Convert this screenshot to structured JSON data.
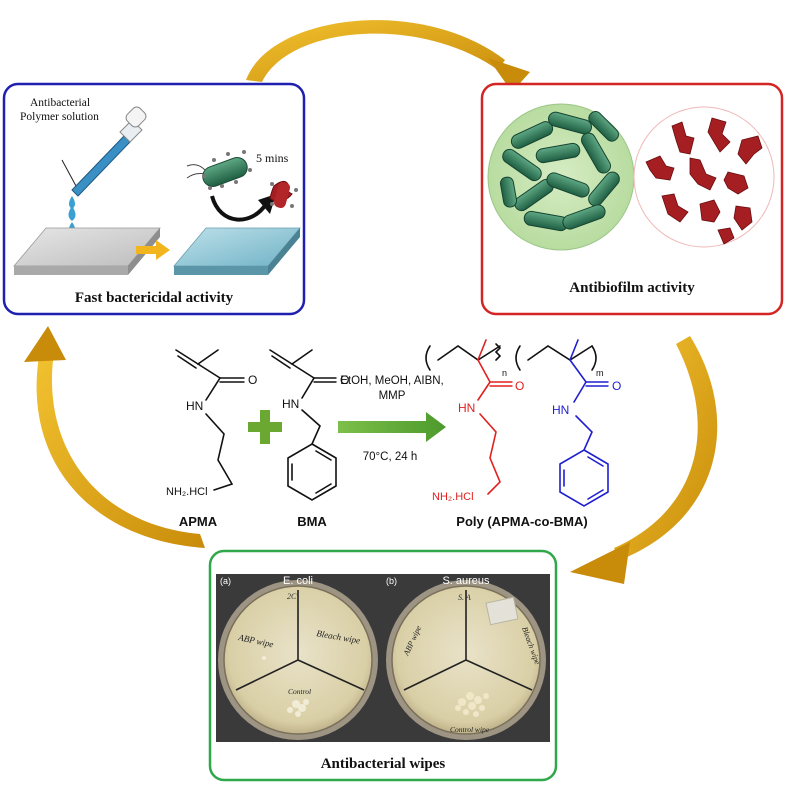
{
  "panels": {
    "fast_bactericidal": {
      "caption": "Fast bactericidal activity",
      "polymer_label_line1": "Antibacterial",
      "polymer_label_line2": "Polymer solution",
      "time_label": "5 mins",
      "border_color": "#1f1fb0"
    },
    "antibiofilm": {
      "caption": "Antibiofilm activity",
      "border_color": "#d42525"
    },
    "wipes": {
      "caption": "Antibacterial wipes",
      "border_color": "#2fa84a",
      "plate_a": {
        "panel_label": "(a)",
        "organism": "E. coli",
        "handwritten_top": "2C",
        "section_left": "ABP wipe",
        "section_right": "Bleach wipe",
        "section_bottom": "Control"
      },
      "plate_b": {
        "panel_label": "(b)",
        "organism": "S. aureus",
        "handwritten_top": "S. A",
        "section_left": "ABP wipe",
        "section_right": "Bleach wipe",
        "section_bottom": "Control wipe"
      }
    }
  },
  "reaction": {
    "monomer1_name": "APMA",
    "monomer1_salt": "NH₂.HCl",
    "monomer2_name": "BMA",
    "conditions_line1": "EtOH, MeOH, AIBN,",
    "conditions_line2": "MMP",
    "conditions_line3": "70°C, 24 h",
    "product_name": "Poly (APMA-co-BMA)",
    "atom_O": "O",
    "atom_HN": "HN",
    "subscript_n": "n",
    "subscript_m": "m",
    "product_salt": "NH₂.HCl",
    "apma_color": "#e02020",
    "bma_color": "#1f1fd0"
  },
  "colors": {
    "cycle_arrow": "#d4a017",
    "plus_sign": "#6aa832",
    "reaction_arrow": "#5fae3a",
    "live_bacteria": "#2e7d5b",
    "dead_bacteria": "#a51e22"
  }
}
